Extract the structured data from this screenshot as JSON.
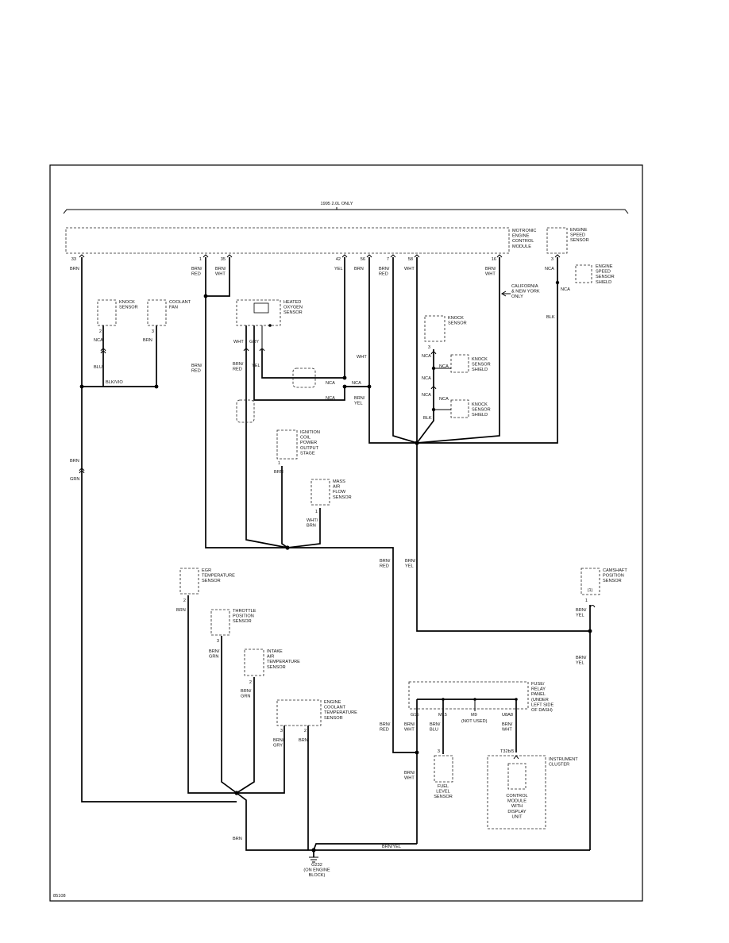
{
  "header": {
    "scope_note": "1995 2.0L ONLY",
    "figure_id": "85108"
  },
  "components": {
    "ecm": "MOTRONIC|ENGINE|CONTROL|MODULE",
    "engine_speed_sensor": "ENGINE|SPEED|SENSOR",
    "engine_speed_sensor_shield": "ENGINE|SPEED|SENSOR|SHIELD",
    "knock_sensor_left": "KNOCK|SENSOR",
    "coolant_fan": "COOLANT|FAN",
    "heated_oxygen_sensor": "HEATED|OXYGEN|SENSOR",
    "knock_sensor_right": "KNOCK|SENSOR",
    "knock_sensor_shield_1": "KNOCK|SENSOR|SHIELD",
    "knock_sensor_shield_2": "KNOCK|SENSOR|SHIELD",
    "ignition_coil": "IGNITION|COIL|POWER|OUTPUT|STAGE",
    "mass_air_flow_sensor": "MASS|AIR|FLOW|SENSOR",
    "egr_temp_sensor": "EGR|TEMPERATURE|SENSOR",
    "throttle_position_sensor": "THROTTLE|POSITION|SENSOR",
    "intake_air_temp_sensor": "INTAKE|AIR|TEMPERATURE|SENSOR",
    "engine_coolant_temp_sensor": "ENGINE|COOLANT|TEMPERATURE|SENSOR",
    "camshaft_position_sensor": "CAMSHAFT|POSITION|SENSOR",
    "fuse_relay_panel": "FUSE/|RELAY|PANEL|(UNDER|LEFT SIDE|OF DASH)",
    "fuel_level_sensor": "FUEL|LEVEL|SENSOR",
    "instrument_cluster": "INSTRUMENT|CLUSTER",
    "control_module_display": "CONTROL|MODULE|WITH|DISPLAY|UNIT",
    "ground": "G232|(ON ENGINE|BLOCK)",
    "california_note": "CALIFORNIA|& NEW YORK|ONLY",
    "not_used": "(NOT USED)"
  },
  "ecm_pins": [
    "33",
    "1",
    "35",
    "42",
    "56",
    "7",
    "58",
    "16"
  ],
  "pins": {
    "ess": "3",
    "knock_l": "2",
    "fan": "3",
    "knock_r": "3",
    "ignition": "1",
    "maf": "1",
    "egr": "2",
    "tps": "3",
    "iat": "2",
    "ect_a": "3",
    "ect_b": "2",
    "cmp": "1",
    "cmp_inner": "(1)",
    "fuel": "3",
    "fuse_1": "G15",
    "fuse_2": "M15",
    "fuse_3": "M9",
    "fuse_4": "U8A8",
    "t32b": "T32b/5"
  },
  "wires": {
    "brn": "BRN",
    "brn_red": "BRN/|RED",
    "brn_wht": "BRN/|WHT",
    "yel": "YEL",
    "wht": "WHT",
    "nca": "NCA",
    "blk": "BLK",
    "blu": "BLU",
    "blk_vio": "BLK/VIO",
    "gry": "GRY",
    "brn_yel": "BRN/|YEL",
    "brn_gry": "BRN/|GRY",
    "brn_grn": "BRN/|GRN",
    "wht_brn": "WHT/|BRN",
    "brn_blu": "BRN/|BLU",
    "brn_yel_inline": "BRN/YEL",
    "grn": "GRN"
  }
}
